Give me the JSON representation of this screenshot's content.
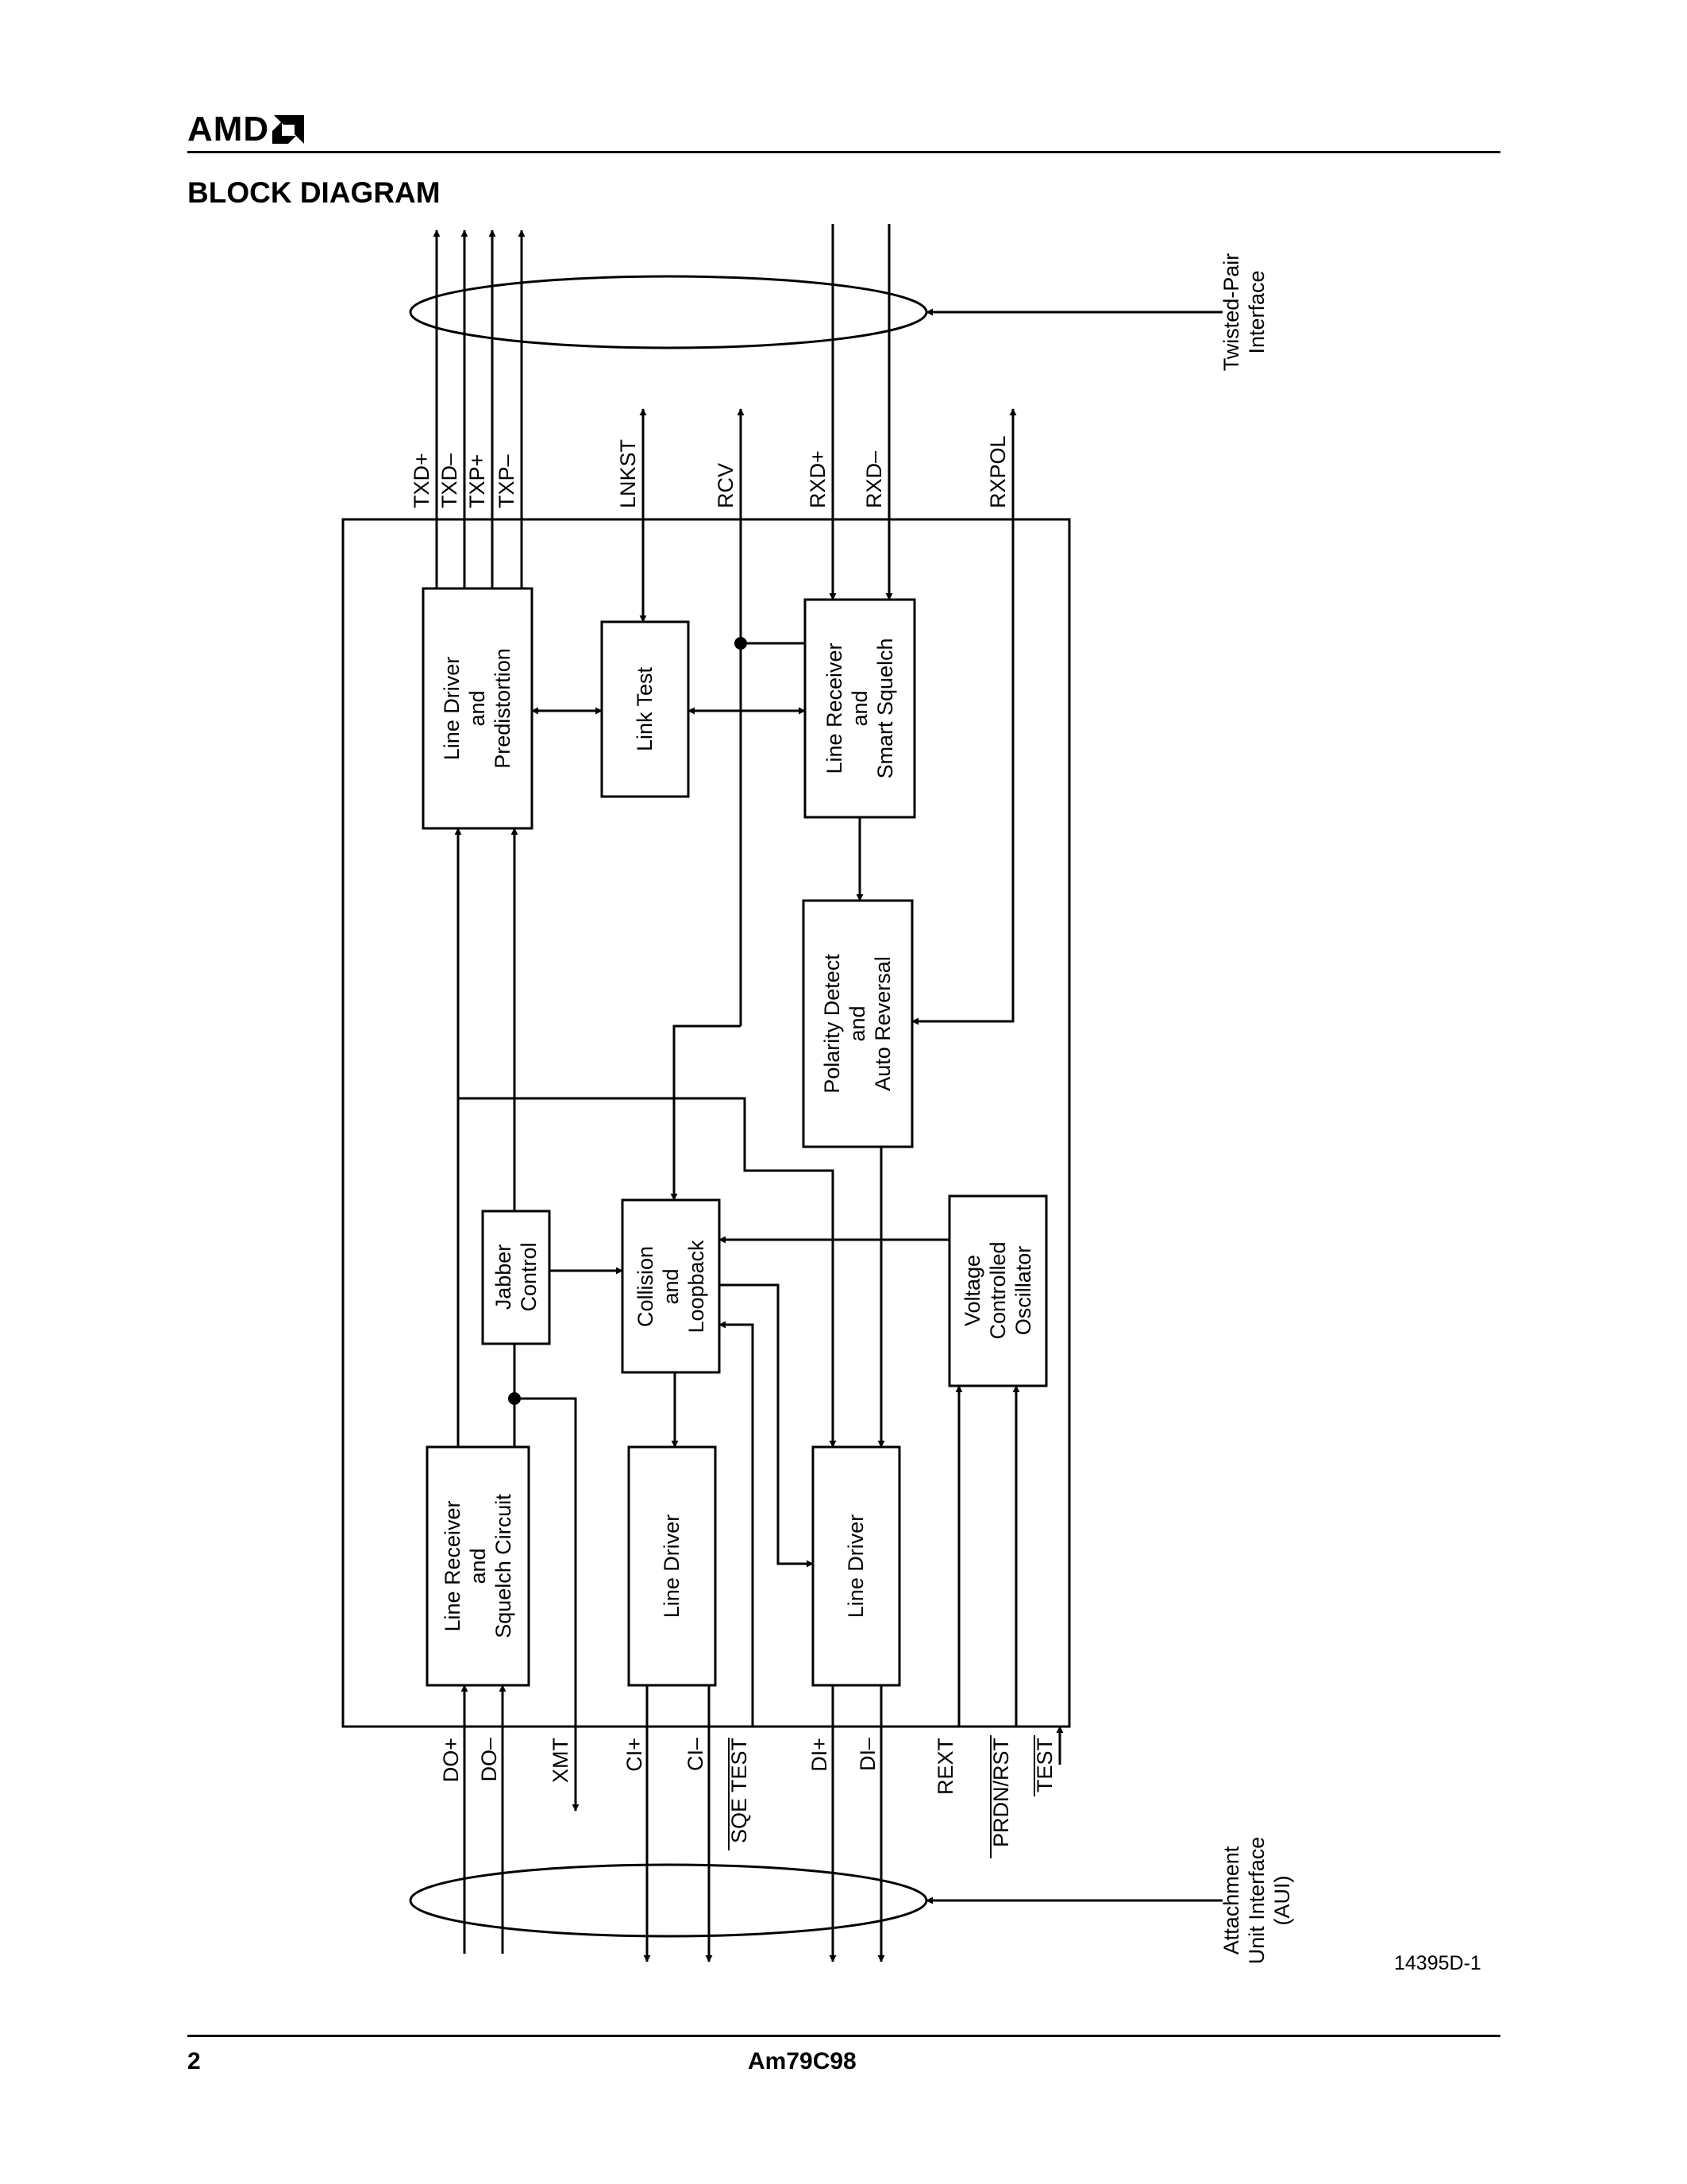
{
  "header": {
    "logo_text": "AMD"
  },
  "section_title": "BLOCK DIAGRAM",
  "diagram": {
    "blocks": {
      "line_driver_predistortion": [
        "Line Driver",
        "and",
        "Predistortion"
      ],
      "link_test": [
        "Link Test"
      ],
      "line_receiver_smart_squelch": [
        "Line Receiver",
        "and",
        "Smart Squelch"
      ],
      "polarity_detect": [
        "Polarity Detect",
        "and",
        "Auto Reversal"
      ],
      "jabber_control": [
        "Jabber",
        "Control"
      ],
      "collision_loopback": [
        "Collision",
        "and",
        "Loopback"
      ],
      "vco": [
        "Voltage",
        "Controlled",
        "Oscillator"
      ],
      "line_receiver_squelch_circuit": [
        "Line Receiver",
        "and",
        "Squelch Circuit"
      ],
      "line_driver_ci": [
        "Line Driver"
      ],
      "line_driver_di": [
        "Line Driver"
      ]
    },
    "top_pins": {
      "txd_plus": "TXD+",
      "txd_minus": "TXD–",
      "txp_plus": "TXP+",
      "txp_minus": "TXP–",
      "lnkst": "LNKST",
      "rcv": "RCV",
      "rxd_plus": "RXD+",
      "rxd_minus": "RXD–",
      "rxpol": "RXPOL"
    },
    "bottom_pins": {
      "do_plus": "DO+",
      "do_minus": "DO–",
      "xmt": "XMT",
      "ci_plus": "CI+",
      "ci_minus": "CI–",
      "sqe_test": "SQE TEST",
      "di_plus": "DI+",
      "di_minus": "DI–",
      "rext": "REXT",
      "prdn_rst": "PRDN/RST",
      "test": "TEST"
    },
    "interfaces": {
      "twisted_pair": [
        "Twisted-Pair",
        "Interface"
      ],
      "aui": [
        "Attachment",
        "Unit Interface",
        "(AUI)"
      ]
    }
  },
  "figure_id": "14395D-1",
  "footer": {
    "page_number": "2",
    "part_number": "Am79C98"
  }
}
